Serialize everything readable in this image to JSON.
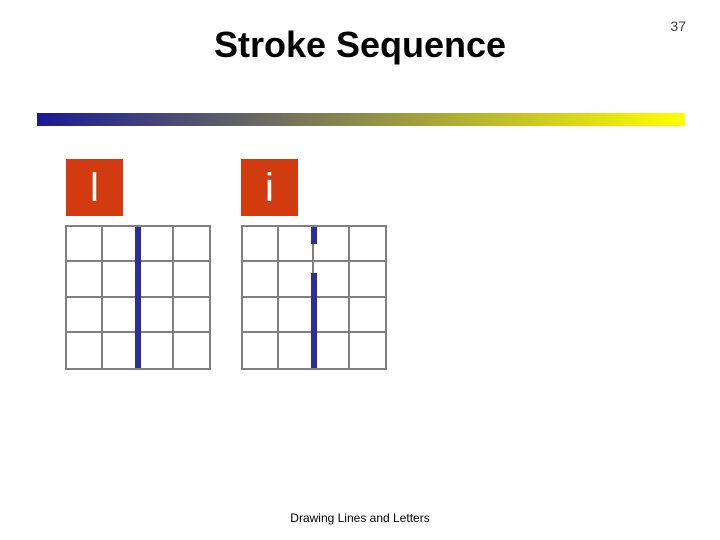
{
  "slide": {
    "title": "Stroke Sequence",
    "page_number": "37",
    "footer": "Drawing Lines and Letters"
  },
  "colors": {
    "card_red": "#d23a10",
    "stroke_blue": "#2e2e94",
    "grid_line_gray": "#808080",
    "gradient_left": "#1a1a96",
    "gradient_right": "#ffff00"
  },
  "grid": {
    "rows": 4,
    "cols": 4
  },
  "panels": [
    {
      "letter": "l",
      "strokes": [
        {
          "top_pct": 0,
          "height_pct": 100
        }
      ]
    },
    {
      "letter": "i",
      "strokes": [
        {
          "top_pct": 0,
          "height_pct": 12
        },
        {
          "top_pct": 32.5,
          "height_pct": 67.5
        }
      ]
    }
  ]
}
